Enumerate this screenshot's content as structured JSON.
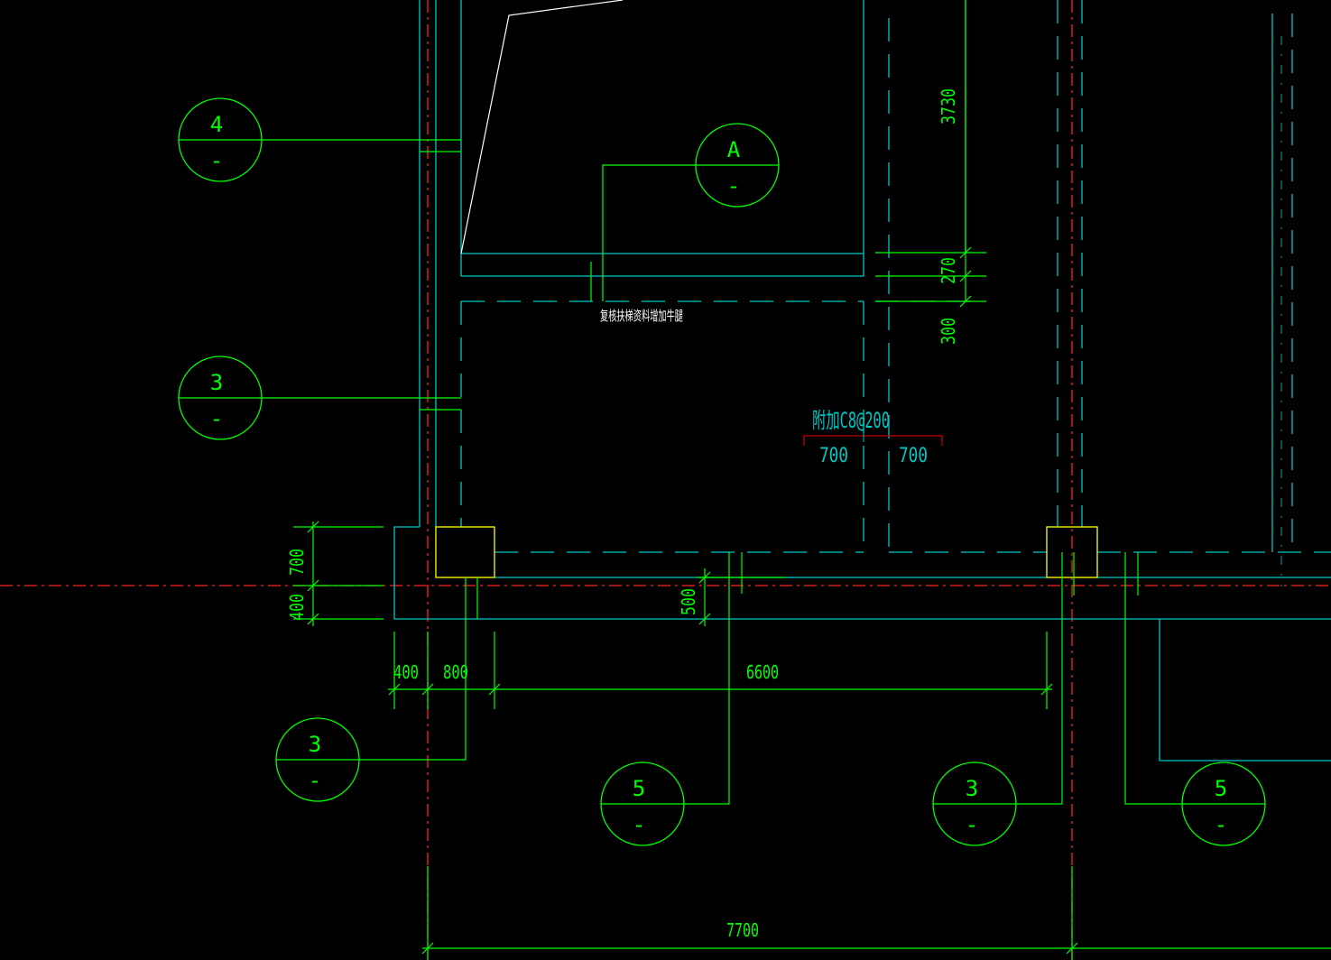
{
  "colors": {
    "background": "#000000",
    "wall": "#00c8c8",
    "dimension": "#00ff00",
    "axis": "#ff2020",
    "column": "#ffff00",
    "outline": "#ffffff",
    "bracket": "#c00000"
  },
  "bubbles": {
    "b4": {
      "top": "4",
      "bottom": "-"
    },
    "bA": {
      "top": "A",
      "bottom": "-"
    },
    "b3a": {
      "top": "3",
      "bottom": "-"
    },
    "b3b": {
      "top": "3",
      "bottom": "-"
    },
    "b5a": {
      "top": "5",
      "bottom": "-"
    },
    "b3c": {
      "top": "3",
      "bottom": "-"
    },
    "b5b": {
      "top": "5",
      "bottom": "-"
    }
  },
  "dimensions": {
    "d3730": "3730",
    "d270": "270",
    "d300": "300",
    "d700v": "700",
    "d400v": "400",
    "d500": "500",
    "d400h": "400",
    "d800": "800",
    "d6600": "6600",
    "d7700": "7700"
  },
  "notes": {
    "recheck": "复核扶梯资料增加牛腿",
    "rebar": "附加C8@200",
    "rebar_left": "700",
    "rebar_right": "700"
  }
}
